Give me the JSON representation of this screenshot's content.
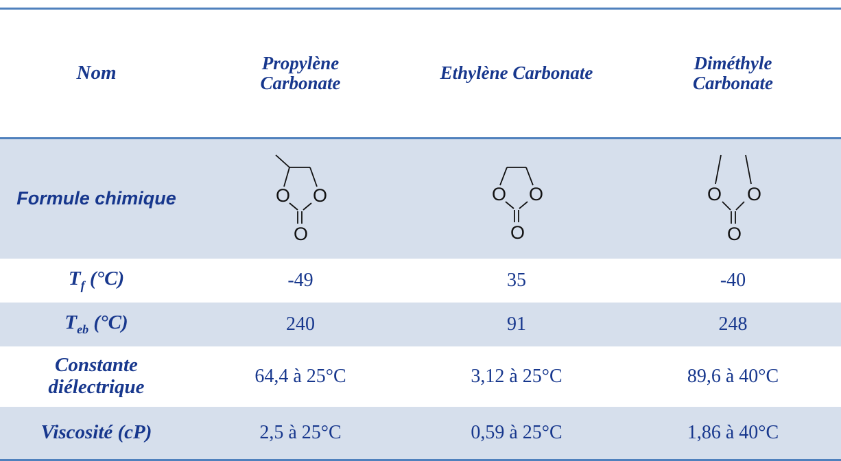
{
  "header": {
    "name_label": "Nom",
    "col1": {
      "line1": "Propylène",
      "line2": "Carbonate"
    },
    "col2": "Ethylène Carbonate",
    "col3": {
      "line1": "Diméthyle",
      "line2": "Carbonate"
    }
  },
  "rows": {
    "formula": {
      "label": "Formule chimique",
      "molecules": [
        {
          "atoms": [
            "O",
            "O",
            "O"
          ]
        },
        {
          "atoms": [
            "O",
            "O",
            "O"
          ]
        },
        {
          "atoms": [
            "O",
            "O",
            "O"
          ]
        }
      ]
    },
    "tf": {
      "label_main": "T",
      "label_sub": "f",
      "label_unit": " (°C)",
      "values": [
        "-49",
        "35",
        "-40"
      ]
    },
    "teb": {
      "label_main": "T",
      "label_sub": "eb",
      "label_unit": " (°C)",
      "values": [
        "240",
        "91",
        "248"
      ]
    },
    "dielectric": {
      "label_line1": "Constante",
      "label_line2": "diélectrique",
      "values": [
        "64,4 à 25°C",
        "3,12 à 25°C",
        "89,6 à 40°C"
      ]
    },
    "viscosity": {
      "label": "Viscosité (cP)",
      "values": [
        "2,5 à 25°C",
        "0,59 à 25°C",
        "1,86 à 40°C"
      ]
    }
  },
  "colors": {
    "text": "#17378d",
    "band": "#d6dfec",
    "rule": "#4f81bd"
  }
}
